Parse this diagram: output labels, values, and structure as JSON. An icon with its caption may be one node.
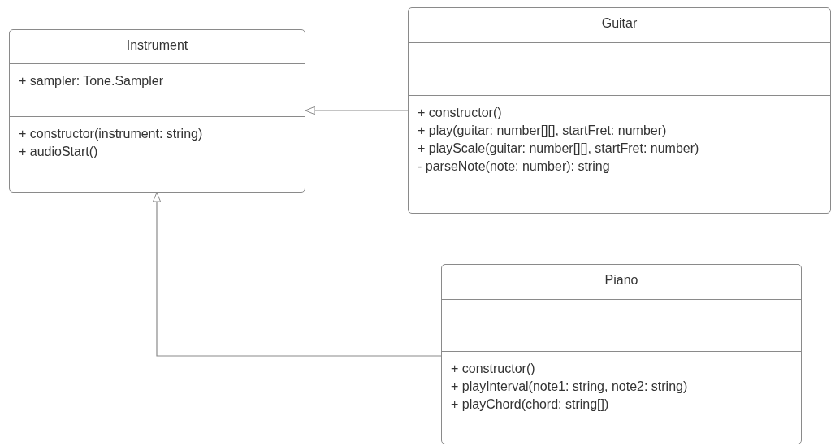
{
  "diagram": {
    "nodes": [
      {
        "text": [
          "Instrument"
        ]
      },
      {
        "text": [
          "+ sampler: Tone.Sampler"
        ],
        "in": 0
      },
      {
        "text": [
          "+ constructor(instrument: string)",
          "+ audioStart()"
        ],
        "in": 0
      },
      {
        "text": [
          "Guitar"
        ]
      },
      {
        "text": [],
        "shape": "box",
        "in": 3
      },
      {
        "text": [
          "+ constructor()",
          "+ play(guitar: number[][], startFret: number)",
          "+ playScale(guitar: number[][], startFret: number)",
          "- parseNote(note: number): string"
        ],
        "in": 3
      },
      {
        "text": [
          "Piano"
        ]
      },
      {
        "text": [],
        "shape": "box",
        "in": 6
      },
      {
        "text": [
          "+ constructor()",
          "+ playInterval(note1: string, note2: string)",
          "+ playChord(chord: string[])"
        ],
        "in": 6
      }
    ],
    "edges": [
      {
        "from": 3,
        "to": 0,
        "arrow": "to"
      },
      {
        "from": 6,
        "to": 0,
        "arrow": "to"
      }
    ]
  }
}
